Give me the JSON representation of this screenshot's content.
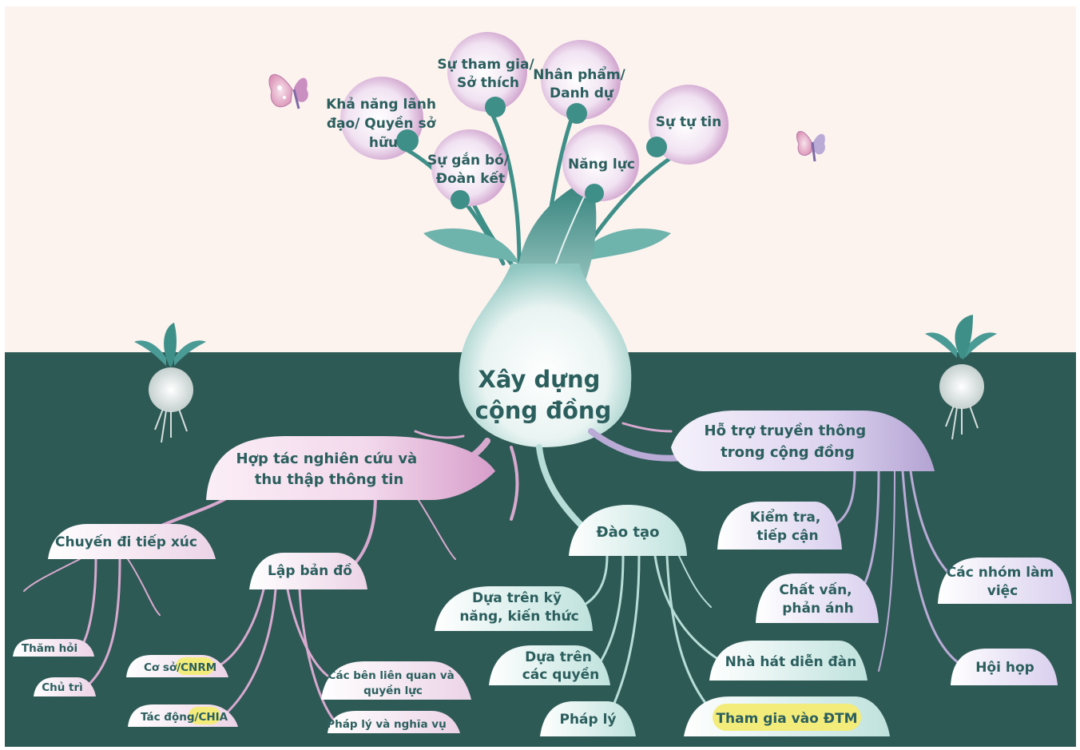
{
  "root": {
    "lines": [
      "Xây dựng",
      "cộng đồng"
    ]
  },
  "flowers": [
    {
      "id": "leadership",
      "lines": [
        "Khả năng lãnh",
        "đạo/ Quyền sở",
        "hữu"
      ]
    },
    {
      "id": "participation",
      "lines": [
        "Sự tham gia/",
        "Sở thích"
      ]
    },
    {
      "id": "dignity",
      "lines": [
        "Nhân phẩm/",
        "Danh dự"
      ]
    },
    {
      "id": "confidence",
      "lines": [
        "Sự tự tin"
      ]
    },
    {
      "id": "solidarity",
      "lines": [
        "Sự gắn bó/",
        "Đoàn kết"
      ]
    },
    {
      "id": "capacity",
      "lines": [
        "Năng lực"
      ]
    }
  ],
  "branches": {
    "research": {
      "lines": [
        "Hợp tác nghiên cứu và",
        "thu thập thông tin"
      ],
      "contact_trip": "Chuyến đi tiếp xúc",
      "visit": "Thăm hỏi",
      "host": "Chủ trì",
      "mapping": "Lập bản đồ",
      "base_prefix": "Cơ sở/",
      "base_highlight": "CNRM",
      "impact_prefix": "Tác động/",
      "impact_highlight": "CHIA",
      "stakeholders_lines": [
        "Các bên liên quan và",
        "quyền lực"
      ],
      "legal_duties": "Pháp lý và nghĩa vụ"
    },
    "training": {
      "label": "Đào tạo",
      "skills_lines": [
        "Dựa trên kỹ",
        "năng, kiến thức"
      ],
      "rights_lines": [
        "Dựa trên",
        "các quyền"
      ],
      "legal": "Pháp lý",
      "forum_theatre": "Nhà hát diễn đàn",
      "eia": "Tham gia vào ĐTM"
    },
    "communication": {
      "lines": [
        "Hỗ trợ truyền thông",
        "trong cộng đồng"
      ],
      "check_lines": [
        "Kiểm tra,",
        "tiếp cận"
      ],
      "query_lines": [
        "Chất vấn,",
        "phản ánh"
      ],
      "working_groups_lines": [
        "Các nhóm làm",
        "việc"
      ],
      "meeting": "Hội họp"
    }
  },
  "colors": {
    "sky": "#fcf3ef",
    "ground": "#2e5a55",
    "teal": "#4a9a95",
    "pink": "#d8a9cf",
    "lavender": "#b9abd6",
    "mint": "#b7ddd8",
    "highlight": "#f3ec7a",
    "text": "#2b5f5e"
  },
  "icons": [
    "butterfly-icon",
    "sprout-icon",
    "leaf-icon"
  ]
}
